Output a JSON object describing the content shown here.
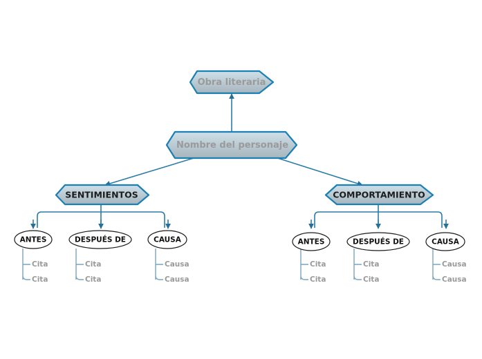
{
  "diagram": {
    "type": "mind-map",
    "title_node": "Obra literaria",
    "background_color": "#ffffff",
    "accent_color": "#1b7fb4",
    "connector_color": "#2a7ca8",
    "leaf_connector_color": "#7aa4bd",
    "placeholder_text_color": "#9a9a9a",
    "strong_text_color": "#1c1c1c"
  },
  "nodes": {
    "root": {
      "label": "Obra literaria",
      "shape": "hexagon",
      "style": "placeholder"
    },
    "character": {
      "label": "Nombre del personaje",
      "shape": "hexagon",
      "style": "placeholder"
    },
    "branch_left": {
      "label": "SENTIMIENTOS",
      "shape": "hexagon",
      "style": "strong"
    },
    "branch_right": {
      "label": "COMPORTAMIENTO",
      "shape": "hexagon",
      "style": "strong"
    }
  },
  "branches": [
    {
      "name": "sentimientos",
      "label": "SENTIMIENTOS",
      "categories": [
        {
          "label": "ANTES",
          "leaves": [
            "Cita",
            "Cita"
          ]
        },
        {
          "label": "DESPUÉS DE",
          "leaves": [
            "Cita",
            "Cita"
          ]
        },
        {
          "label": "CAUSA",
          "leaves": [
            "Causa",
            "Causa"
          ]
        }
      ]
    },
    {
      "name": "comportamiento",
      "label": "COMPORTAMIENTO",
      "categories": [
        {
          "label": "ANTES",
          "leaves": [
            "Cita",
            "Cita"
          ]
        },
        {
          "label": "DESPUÉS DE",
          "leaves": [
            "Cita",
            "Cita"
          ]
        },
        {
          "label": "CAUSA",
          "leaves": [
            "Causa",
            "Causa"
          ]
        }
      ]
    }
  ]
}
